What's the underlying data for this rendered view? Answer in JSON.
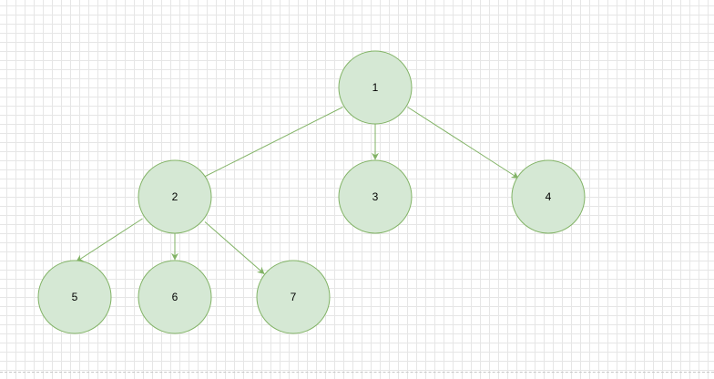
{
  "diagram": {
    "type": "tree",
    "nodes": [
      {
        "id": "n1",
        "label": "1"
      },
      {
        "id": "n2",
        "label": "2"
      },
      {
        "id": "n3",
        "label": "3"
      },
      {
        "id": "n4",
        "label": "4"
      },
      {
        "id": "n5",
        "label": "5"
      },
      {
        "id": "n6",
        "label": "6"
      },
      {
        "id": "n7",
        "label": "7"
      }
    ],
    "edges": [
      {
        "from": "n1",
        "to": "n2"
      },
      {
        "from": "n1",
        "to": "n3"
      },
      {
        "from": "n1",
        "to": "n4"
      },
      {
        "from": "n2",
        "to": "n5"
      },
      {
        "from": "n2",
        "to": "n6"
      },
      {
        "from": "n2",
        "to": "n7"
      }
    ]
  },
  "colors": {
    "node_fill": "#d5e8d4",
    "node_stroke": "#82b366",
    "edge_stroke": "#82b366",
    "grid_line": "#e6e6e6",
    "background": "#ffffff"
  }
}
